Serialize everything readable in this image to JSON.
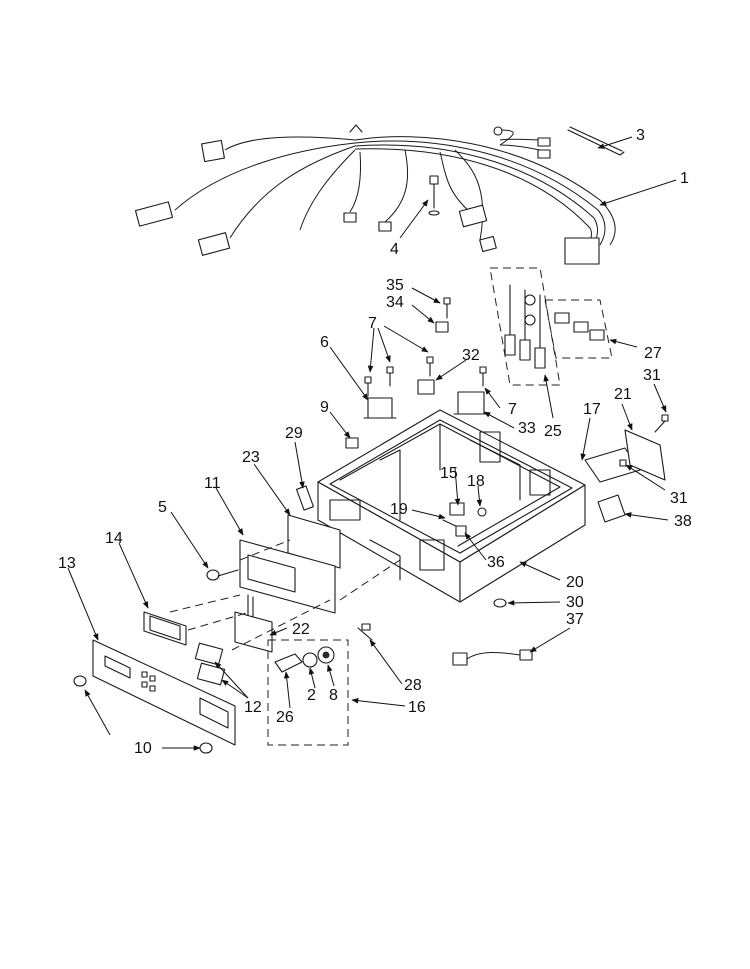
{
  "diagram": {
    "callouts": [
      "1",
      "2",
      "3",
      "4",
      "5",
      "6",
      "7",
      "7",
      "7",
      "8",
      "9",
      "10",
      "10",
      "11",
      "12",
      "12",
      "13",
      "14",
      "15",
      "16",
      "17",
      "18",
      "19",
      "20",
      "21",
      "22",
      "23",
      "25",
      "26",
      "27",
      "28",
      "29",
      "30",
      "31",
      "31",
      "32",
      "33",
      "34",
      "35",
      "36",
      "37",
      "38"
    ]
  }
}
